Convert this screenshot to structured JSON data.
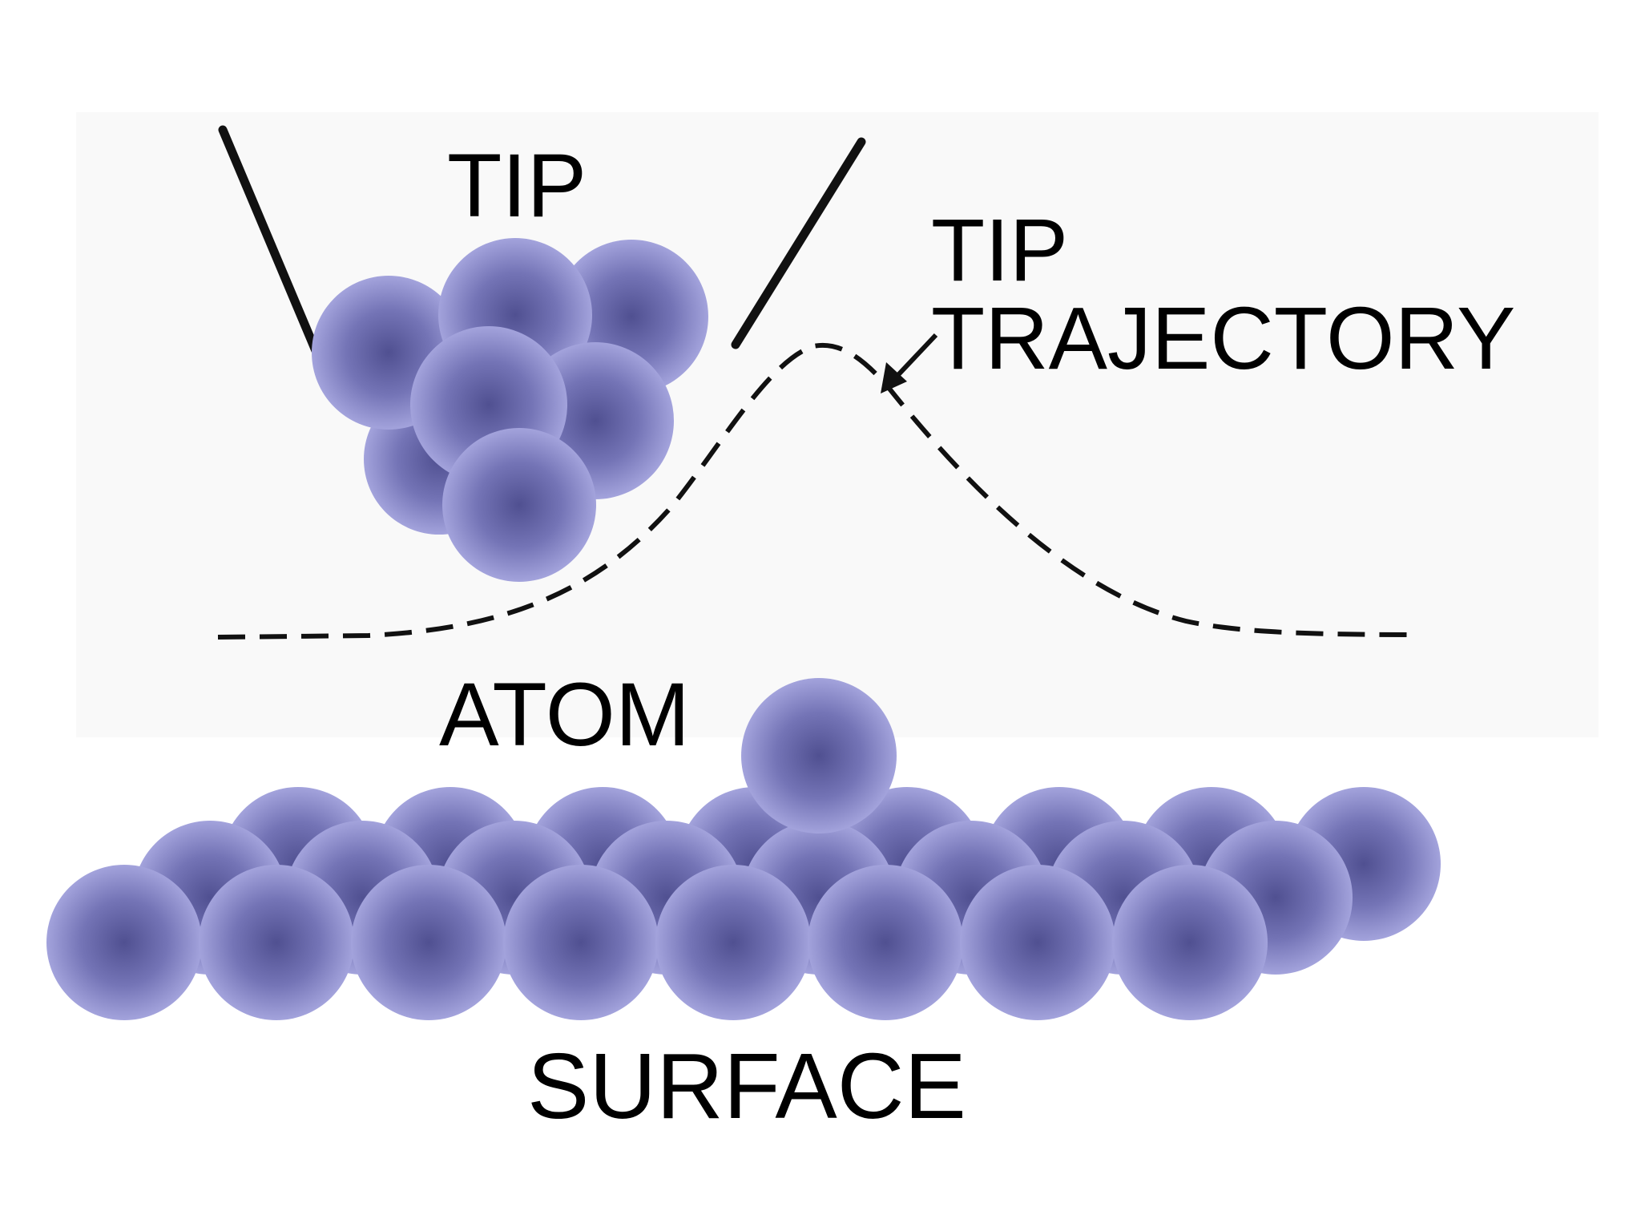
{
  "labels": {
    "tip": "TIP",
    "tip_trajectory_line1": "TIP",
    "tip_trajectory_line2": "TRAJECTORY",
    "atom": "ATOM",
    "surface": "SURFACE"
  },
  "colors": {
    "atom_center": "#505091",
    "atom_mid": "#7474b6",
    "atom_edge": "#a3a3dc",
    "tip_outline": "#111111",
    "trajectory": "#111111",
    "text": "#000000",
    "panel_background": "#f9f9f9"
  }
}
